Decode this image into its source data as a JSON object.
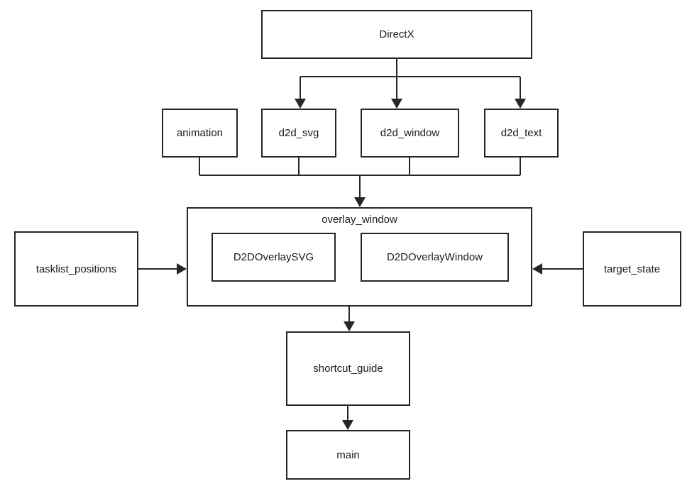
{
  "colors": {
    "background": "#ffffff",
    "line": "#262626",
    "box_border": "#262626",
    "text": "#1a1a1a"
  },
  "nodes": {
    "directx": {
      "label": "DirectX"
    },
    "animation": {
      "label": "animation"
    },
    "d2d_svg": {
      "label": "d2d_svg"
    },
    "d2d_window": {
      "label": "d2d_window"
    },
    "d2d_text": {
      "label": "d2d_text"
    },
    "overlay_window": {
      "label": "overlay_window"
    },
    "d2d_overlay_svg": {
      "label": "D2DOverlaySVG"
    },
    "d2d_overlay_window": {
      "label": "D2DOverlayWindow"
    },
    "tasklist_positions": {
      "label": "tasklist_positions"
    },
    "target_state": {
      "label": "target_state"
    },
    "shortcut_guide": {
      "label": "shortcut_guide"
    },
    "main": {
      "label": "main"
    }
  },
  "edges": [
    {
      "from": "DirectX",
      "to": "d2d_svg",
      "arrow": "down"
    },
    {
      "from": "DirectX",
      "to": "d2d_window",
      "arrow": "down"
    },
    {
      "from": "DirectX",
      "to": "d2d_text",
      "arrow": "down"
    },
    {
      "from": "animation",
      "to": "overlay_window",
      "arrow": "down"
    },
    {
      "from": "d2d_svg",
      "to": "overlay_window",
      "arrow": "down"
    },
    {
      "from": "d2d_window",
      "to": "overlay_window",
      "arrow": "down"
    },
    {
      "from": "d2d_text",
      "to": "overlay_window",
      "arrow": "down"
    },
    {
      "from": "tasklist_positions",
      "to": "overlay_window",
      "arrow": "right"
    },
    {
      "from": "target_state",
      "to": "overlay_window",
      "arrow": "left"
    },
    {
      "from": "overlay_window",
      "to": "shortcut_guide",
      "arrow": "down"
    },
    {
      "from": "shortcut_guide",
      "to": "main",
      "arrow": "down"
    }
  ]
}
